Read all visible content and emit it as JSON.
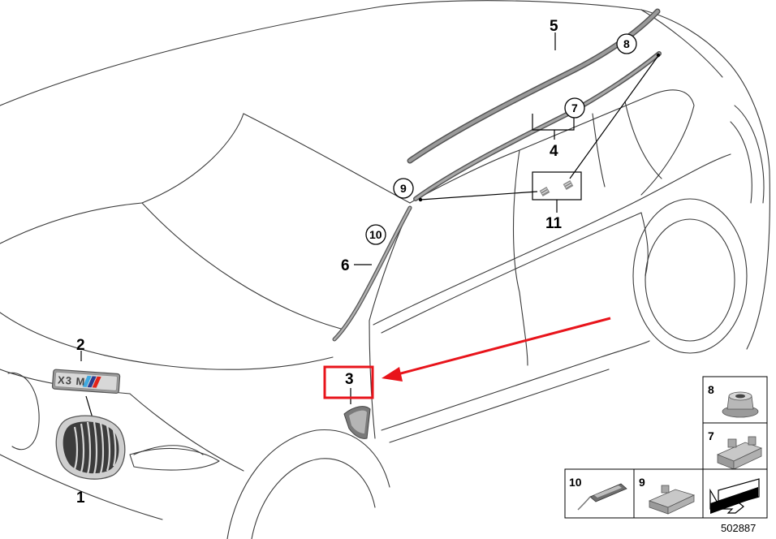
{
  "diagram_number": "502887",
  "callouts": {
    "grille": "1",
    "badge": "2",
    "fender_trim": "3",
    "roof_trim_set": "4",
    "roof_rail": "5",
    "pillar_trim": "6",
    "clip_7_circle": "7",
    "nut_8_circle": "8",
    "clip_9_circle": "9",
    "clip_10_circle": "10",
    "adhesive_pads": "11"
  },
  "parts_table": {
    "nut": "8",
    "clip_7": "7",
    "clip_10": "10",
    "clip_9": "9"
  },
  "badge_text": "X3 M",
  "colors": {
    "highlight": "#e8141b",
    "outline": "#3a3a3a",
    "part_grey": "#8a8a8a",
    "m_blue_light": "#3fa9e0",
    "m_blue_dark": "#2a3d8f",
    "m_red": "#e2231a"
  }
}
